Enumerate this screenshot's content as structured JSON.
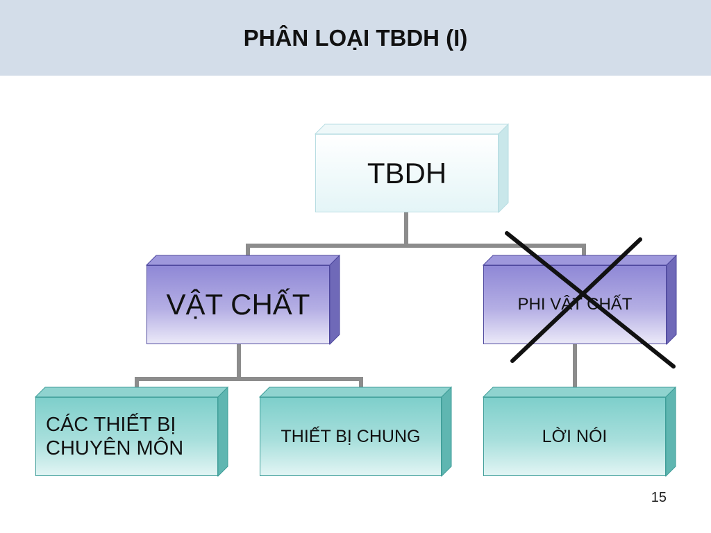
{
  "slide": {
    "title": "PHÂN LOẠI TBDH (I)",
    "page_number": "15"
  },
  "diagram": {
    "root": {
      "label": "TBDH"
    },
    "branches": [
      {
        "label": "VẬT CHẤT"
      },
      {
        "label": "PHI VẬT CHẤT",
        "crossed_out": true
      }
    ],
    "leaves": [
      {
        "label": "CÁC THIẾT BỊ CHUYÊN MÔN",
        "line1": "CÁC THIẾT BỊ",
        "line2": "CHUYÊN MÔN",
        "parent": "VẬT CHẤT"
      },
      {
        "label": "THIẾT BỊ CHUNG",
        "parent": "VẬT CHẤT"
      },
      {
        "label": "LỜI NÓI",
        "parent": "PHI VẬT CHẤT"
      }
    ]
  },
  "colors": {
    "header_band": "#d3dde9",
    "root_fill": "#e4f5f7",
    "level2_fill": "#a49de0",
    "level3_fill": "#9fdad7",
    "connector": "#8c8c8c",
    "cross_mark": "#111111"
  }
}
